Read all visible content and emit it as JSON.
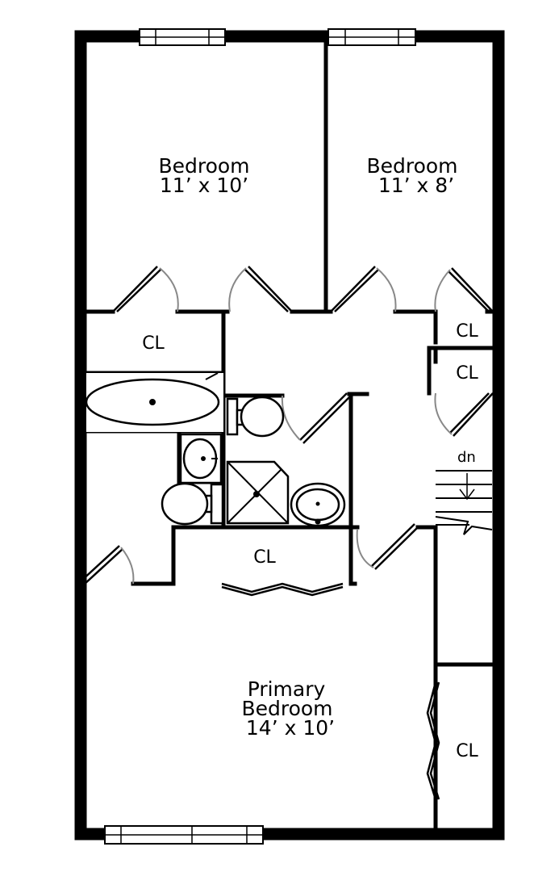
{
  "rooms": {
    "bedroom_left": {
      "name": "Bedroom",
      "size": "11’ x 10’"
    },
    "bedroom_right": {
      "name": "Bedroom",
      "size": "11’ x 8’"
    },
    "primary": {
      "name_line1": "Primary",
      "name_line2": "Bedroom",
      "size": "14’ x 10’"
    }
  },
  "closets": {
    "cl1": "CL",
    "cl2": "CL",
    "cl3": "CL",
    "cl4": "CL",
    "cl5": "CL"
  },
  "stairs": {
    "label": "dn"
  }
}
